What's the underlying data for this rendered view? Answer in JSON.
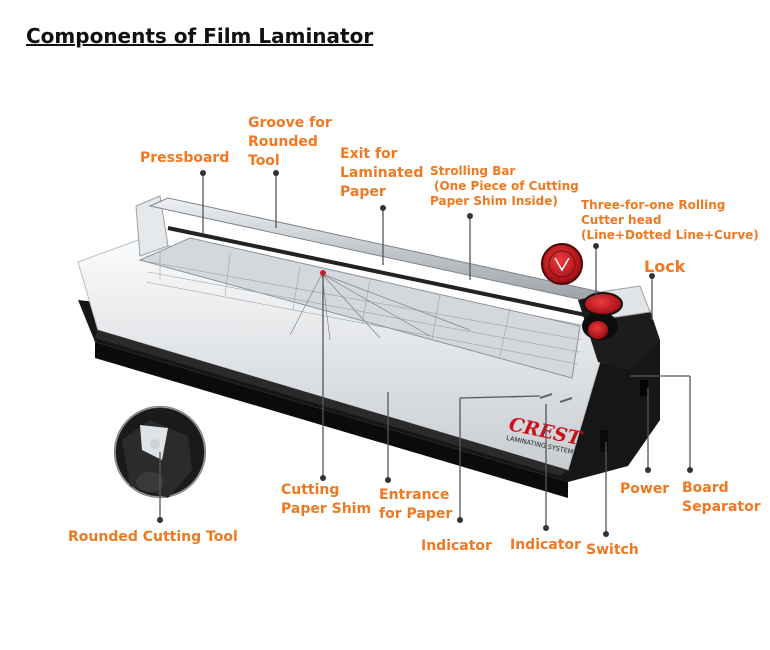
{
  "title": "Components of Film Laminator",
  "brand": {
    "logo": "CREST",
    "tagline": "LAMINATING SYSTEM"
  },
  "colors": {
    "label": "#f07820",
    "leader": "#555555",
    "body_white": "#eceff1",
    "body_black": "#161616",
    "cutter_red": "#c8161d"
  },
  "labels": {
    "pressboard": "Pressboard",
    "groove": [
      "Groove for",
      "Rounded",
      "Tool"
    ],
    "exit": [
      "Exit for",
      "Laminated",
      "Paper"
    ],
    "strolling": [
      "Strolling Bar",
      "(One Piece of Cutting",
      "Paper Shim Inside)"
    ],
    "cutter_head": [
      "Three-for-one Rolling",
      "Cutter head",
      "(Line+Dotted Line+Curve)"
    ],
    "lock": "Lock",
    "cutting_shim": [
      "Cutting",
      "Paper Shim"
    ],
    "entrance": [
      "Entrance",
      "for Paper"
    ],
    "indicator_1": "Indicator",
    "indicator_2": "Indicator",
    "switch": "Switch",
    "power": "Power",
    "board_separator": [
      "Board",
      "Separator"
    ],
    "rounded_tool": "Rounded Cutting Tool"
  }
}
